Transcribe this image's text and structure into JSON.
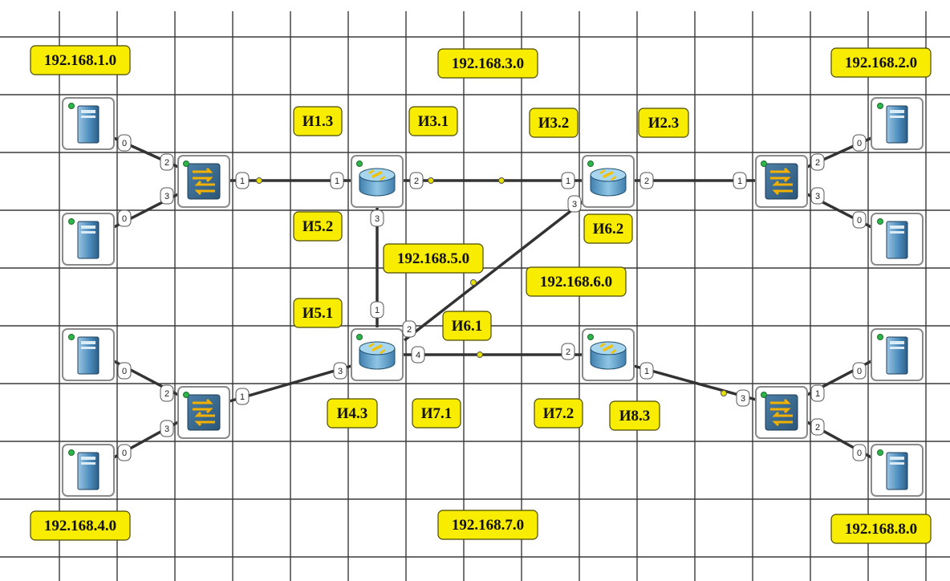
{
  "network_labels": {
    "net_1": "192.168.1.0",
    "net_2": "192.168.2.0",
    "net_3": "192.168.3.0",
    "net_4": "192.168.4.0",
    "net_5": "192.168.5.0",
    "net_6": "192.168.6.0",
    "net_7": "192.168.7.0",
    "net_8": "192.168.8.0"
  },
  "interface_labels": {
    "i1_3": "И1.3",
    "i3_1": "И3.1",
    "i3_2": "И3.2",
    "i2_3": "И2.3",
    "i5_2": "И5.2",
    "i6_2": "И6.2",
    "i5_1": "И5.1",
    "i6_1": "И6.1",
    "i4_3": "И4.3",
    "i7_1": "И7.1",
    "i7_2": "И7.2",
    "i8_3": "И8.3"
  },
  "ports": {
    "pc_tl_top": "0",
    "pc_tl_bot": "0",
    "sw_tl_2": "2",
    "sw_tl_3": "3",
    "sw_tl_1": "1",
    "r1_1": "1",
    "r1_2": "2",
    "r1_3": "3",
    "r2_1": "1",
    "r2_2": "2",
    "r2_3": "3",
    "sw_tr_1": "1",
    "sw_tr_2": "2",
    "sw_tr_3": "3",
    "pc_tr_top": "0",
    "pc_tr_bot": "0",
    "pc_bl_top": "0",
    "pc_bl_bot": "0",
    "sw_bl_2": "2",
    "sw_bl_3": "3",
    "sw_bl_1": "1",
    "r3_1": "1",
    "r3_2": "2",
    "r3_3": "3",
    "r3_4": "4",
    "r4_2": "2",
    "r4_1": "1",
    "sw_br_3": "3",
    "sw_br_1": "1",
    "sw_br_2": "2",
    "pc_br_top": "0",
    "pc_br_bot": "0"
  },
  "icons": {
    "pc": "computer-tower-icon",
    "switch": "network-switch-icon",
    "router": "router-icon"
  },
  "colors": {
    "label_fill": "#f8ec00",
    "link": "#333333",
    "grid": "#3a3a3a",
    "router_body": "#6fb6dc",
    "switch_body": "#e8a400",
    "pc_body": "#4f8fbf"
  }
}
